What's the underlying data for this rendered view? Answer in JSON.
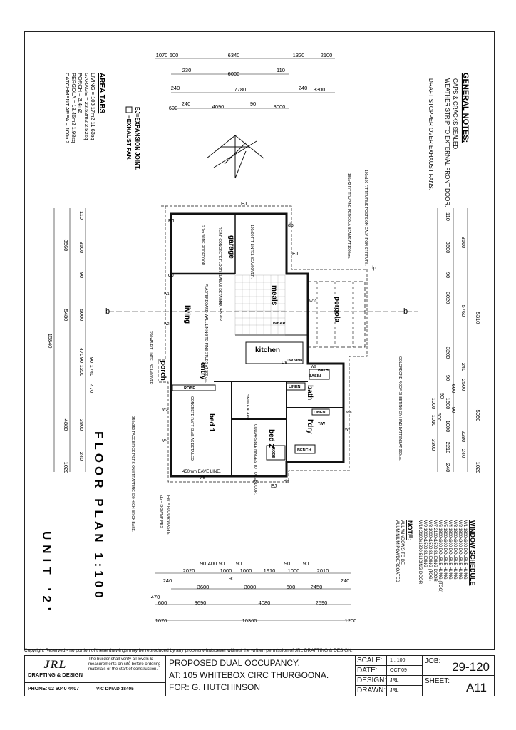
{
  "general_notes": {
    "title": "GENERAL NOTES:",
    "items": [
      "GAPS & CRACKS SEALED.",
      "WEATHER STRIP TO EXTERNAL FRONT DOOR.",
      "DRAFT STOPPER OVER EXHAUST FANS."
    ]
  },
  "legend": {
    "ej": "EJ=EXPANSION JOINT.",
    "exhaust": "=EXHAUST FAN."
  },
  "area_tabs": {
    "title": "AREA TABS",
    "lines": [
      "LIVING = 108.17m2  11.63sq",
      "GARAGE = 23.52m2  2.52sq",
      "PORCH = 3.4m2",
      "PERGOLA = 18.46m2  1.98sq",
      "CATCHMENT AREA = 100m2"
    ]
  },
  "window_schedule": {
    "title": "WINDOW SCHEDULE",
    "rows": [
      "W1  1800x600  DOUBLE HUNG",
      "W2  1800x900  DOUBLE HUNG",
      "W3  1800x600  DOUBLE HUNG",
      "W4  1800x600  DOUBLE HUNG",
      "W5  1800x600  DOUBLE HUNG",
      "W6  1800x600  DOUBLE HUNG (TOG)",
      "W7  2100x1500  SLIDING DOOR",
      "W8  1000x1500  SLIDING (TOG)",
      "W9  1000x1500  SLIDING",
      "W10  2100x1800  SLIDING DOOR"
    ]
  },
  "note": {
    "title": "NOTE:",
    "lines": [
      "ALL WINDOWS TO BE",
      "ALUMINIUM POWDERCOATED"
    ]
  },
  "plan_title": "FLOOR PLAN 1:100",
  "unit_title": "UNIT '2'",
  "abbrev": [
    "dp = DOWNPIPES",
    "FW = FLOOR WASTE"
  ],
  "dims": {
    "top": [
      "1070",
      "600",
      "6340",
      "1320",
      "2100",
      "230",
      "6000",
      "110",
      "240",
      "7780",
      "240",
      "3300",
      "600",
      "240",
      "4090",
      "90",
      "3000"
    ],
    "bottom": [
      "90",
      "400",
      "90",
      "90",
      "90",
      "90",
      "2020",
      "1000",
      "1000",
      "1910",
      "1000",
      "2010",
      "240",
      "90",
      "3600",
      "3000",
      "600",
      "2450",
      "240",
      "470",
      "600",
      "3690",
      "4080",
      "2590",
      "1070",
      "10360",
      "1200"
    ],
    "left": [
      "110",
      "3560",
      "3600",
      "90",
      "5480",
      "5000",
      "15840",
      "470",
      "90",
      "1200",
      "1740",
      "470",
      "90",
      "4880",
      "3800",
      "240",
      "1020"
    ],
    "right": [
      "3560",
      "110",
      "3600",
      "90",
      "5760",
      "3020",
      "5310",
      "240",
      "3200",
      "2500",
      "90",
      "600",
      "1500",
      "90",
      "1000",
      "600",
      "1010",
      "5950",
      "90",
      "2280",
      "1000",
      "2210",
      "240",
      "3300",
      "1020",
      "240"
    ]
  },
  "room_labels": {
    "garage": "garage",
    "meals": "meals",
    "pergola": "pergola",
    "living": "living",
    "kitchen": "kitchen",
    "entry": "entry",
    "porch": "porch",
    "bed1": "bed 1",
    "bed2": "bed 2",
    "bath": "bath",
    "ldry": "l'dry",
    "robe1": "ROBE",
    "robe2": "ROBE",
    "linen1": "LINEN",
    "linen2": "LINEN",
    "bench": "BENCH",
    "bbar": "B/BAR",
    "basin": "BASIN",
    "bath_lbl": "BATH",
    "sink": "SINK",
    "dw": "DW",
    "ov": "OV",
    "tub": "T/W"
  },
  "annotations": [
    "100x100 F/T TRUPINE POSTS ON GALV IRON STIRRUPS.",
    "185x42 F/T TRUPINE PERGOLA BEAMS AT 1000crs.",
    "COLORBOND ROOF SHEETING ON HWD BATTENS AT 900crs.",
    "190x90 F/T LINTEL BEAM OVER.",
    "REINF CONCRETE FLOOR SLAB AS DETAILED.",
    "2.7m WIDE ROOFDOOR",
    "PLASTERBOARD WALL LINING TO PINE STUDS AT 300 crs.",
    "RETURN AIR",
    "290x45 F/T LINTEL BEAM OVER.",
    "CONCRETE RAFT SLAB AS DETAILED.",
    "350x350 FACE BRICK PIERS ON STRAPPING 600 HIGH BRICK BASE.",
    "COLLAPSIBLE HINGES TO TOILET DOOR.",
    "450mm EAVE LINE.",
    "SMOKE ALARM"
  ],
  "tags": {
    "ej": "EJ",
    "dp": "dp",
    "b": "b",
    "w": [
      "W1",
      "W2",
      "W3",
      "W4",
      "W5",
      "W6",
      "W7",
      "W8",
      "W9",
      "W10"
    ]
  },
  "copyright": "Copyright Reserved - no portion of these drawings may be reproduced by any process whatsoever without the written permission of JRL DRAFTING & DESIGN.",
  "title_block": {
    "logo": "JRL",
    "logo_sub": "DRAFTING & DESIGN",
    "phone": "PHONE: 02 6040 4407",
    "disclaimer": "The builder shall verify all levels & measurements on site before ordering materials or the start of construction.",
    "vic": "VIC DP/AD 18405",
    "project_line1": "PROPOSED DUAL OCCUPANCY.",
    "project_line2": "AT: 105 WHITEBOX CIRC THURGOONA.",
    "project_line3": "FOR: G. HUTCHINSON",
    "scale_label": "SCALE:",
    "scale": "1 : 100",
    "date_label": "DATE:",
    "date": "OCT'09",
    "design_label": "DESIGN:",
    "design": "JRL",
    "drawn_label": "DRAWN:",
    "drawn": "JRL",
    "job_label": "JOB:",
    "job": "29-120",
    "sheet_label": "SHEET:",
    "sheet": "A11"
  }
}
